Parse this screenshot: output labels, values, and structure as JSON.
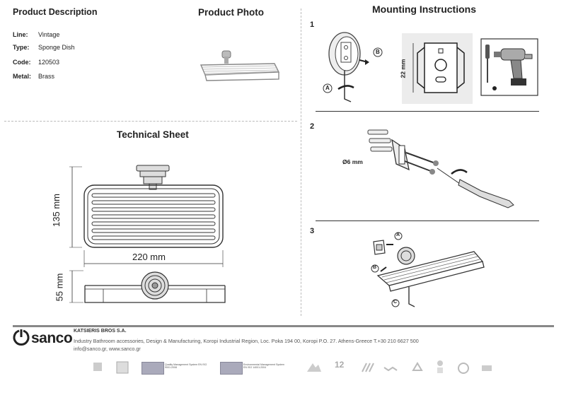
{
  "headings": {
    "description": "Product Description",
    "photo": "Product Photo",
    "mounting": "Mounting Instructions",
    "technical": "Technical Sheet"
  },
  "properties": [
    {
      "label": "Line:",
      "value": "Vintage"
    },
    {
      "label": "Type:",
      "value": "Sponge Dish"
    },
    {
      "label": "Code:",
      "value": "120503"
    },
    {
      "label": "Metal:",
      "value": "Brass"
    }
  ],
  "technical": {
    "height_label": "135 mm",
    "width_label": "220 mm",
    "depth_label": "55 mm"
  },
  "mounting": {
    "step1": {
      "number": "1",
      "marker_a": "A",
      "marker_b": "B",
      "dim_label": "22 mm"
    },
    "step2": {
      "number": "2",
      "dim_label": "Ø6 mm"
    },
    "step3": {
      "number": "3",
      "marker_a": "A",
      "marker_b": "B",
      "marker_c": "C"
    }
  },
  "footer": {
    "brand": "sanco",
    "company": "KATSIERIS BROS S.A.",
    "address": "Industry Bathroom accessories, Design & Manufacturing, Koropi Industrial Region, Loc. Poka 194 00, Koropi P.O. 27. Athens-Greece   T.+30 210 6627 500",
    "web": "info@sanco.gr, www.sanco.gr",
    "cert1": "Quality Management System EN ISO 9001:2008",
    "cert2": "Environmental Management System EN ISO 14001:2004",
    "badge_years": "12"
  }
}
